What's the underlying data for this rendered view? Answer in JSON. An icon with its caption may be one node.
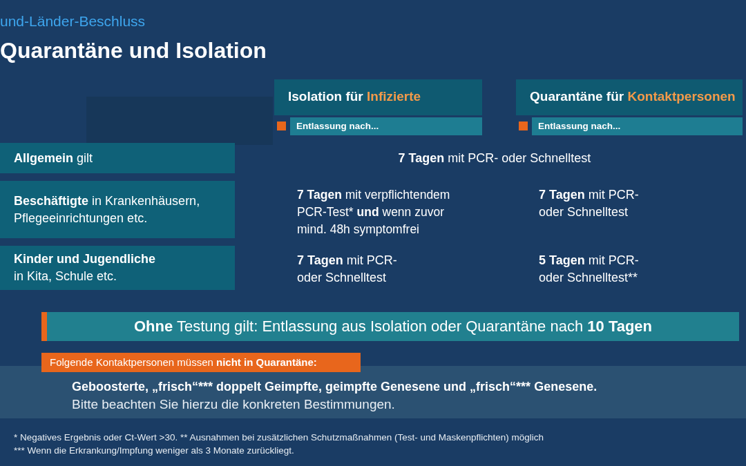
{
  "diagram": {
    "title": "Quarantäne und Isolation",
    "nodes": [
      {
        "text": [
          "Isolation für",
          "Infizierte"
        ]
      },
      {
        "text": [
          "Entlassung nach..."
        ]
      },
      {
        "text": [
          "Quarantäne für",
          "Kontaktpersonen"
        ]
      },
      {
        "text": [
          "Entlassung nach..."
        ]
      },
      {
        "text": [
          "**Allgemein** gilt"
        ]
      },
      {
        "text": [
          "**Beschäftigte** in Krankenhäusern, Pflegeeinrichtungen etc."
        ]
      },
      {
        "text": [
          "**Kinder und Jugendliche** in Kita, Schule etc."
        ]
      },
      {
        "text": [
          "**Ohne** Testung gilt: Entlassung aus Isolation oder Quarantäne nach **10 Tagen**"
        ]
      },
      {
        "text": [
          "Folgende Kontaktpersonen müssen **nicht in Quarantäne:**"
        ]
      },
      {
        "text": [
          "Geboosterte, „frisch“*** doppelt Geimpfte, geimpfte Genesene und „frisch“*** Genesene.",
          "Bitte beachten Sie hierzu die konkreten Bestimmungen."
        ]
      }
    ],
    "labels": [
      "und-Länder-Beschluss",
      "**7 Tagen** mit PCR- oder Schnelltest",
      "**7 Tagen** mit verpflichtendem PCR-Test* **und** wenn zuvor mind. 48h symptomfrei",
      "**7 Tagen** mit PCR- oder Schnelltest",
      "**7 Tagen** mit PCR- oder Schnelltest",
      "**5 Tagen** mit PCR- oder Schnelltest**",
      "* Negatives Ergebnis oder Ct-Wert >30.  ** Ausnahmen bei zusätzlichen Schutzmaßnahmen (Test- und Maskenpflichten) möglich",
      "*** Wenn die Erkrankung/Impfung weniger als 3 Monate zurückliegt."
    ]
  }
}
